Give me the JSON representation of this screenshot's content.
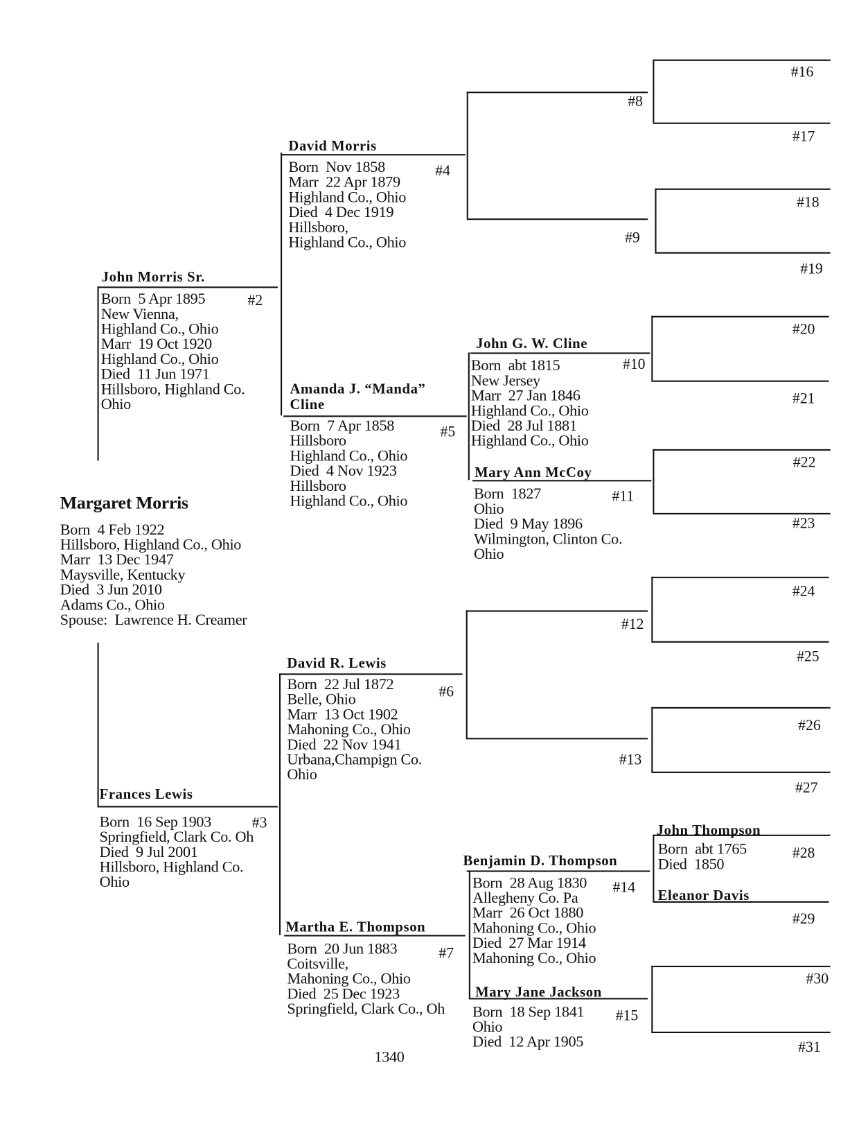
{
  "page_number": "1340",
  "persons": [
    {
      "id": "margaret-morris",
      "name": "Margaret Morris",
      "number": "",
      "details": [
        "Born  4 Feb 1922",
        "Hillsboro, Highland Co., Ohio",
        "Marr  13 Dec 1947",
        "Maysville, Kentucky",
        "Died  3 Jun 2010",
        "Adams Co., Ohio",
        "Spouse:  Lawrence H. Creamer"
      ]
    },
    {
      "id": "john-morris-sr",
      "name": "John Morris Sr.",
      "number": "#2",
      "details": [
        "Born  5 Apr 1895",
        "New Vienna,",
        "Highland Co., Ohio",
        "Marr  19 Oct 1920",
        "Highland Co., Ohio",
        "Died  11 Jun 1971",
        "Hillsboro, Highland Co.",
        "Ohio"
      ]
    },
    {
      "id": "frances-lewis",
      "name": "Frances Lewis",
      "number": "#3",
      "details": [
        "Born  16 Sep 1903",
        "Springfield, Clark Co. Oh",
        "Died  9 Jul 2001",
        "Hillsboro, Highland Co.",
        "Ohio"
      ]
    },
    {
      "id": "david-morris",
      "name": "David Morris",
      "number": "#4",
      "details": [
        "Born  Nov 1858",
        "Marr  22 Apr 1879",
        "Highland Co., Ohio",
        "Died  4 Dec 1919",
        "Hillsboro,",
        "Highland Co., Ohio"
      ]
    },
    {
      "id": "amanda-cline",
      "name": "Amanda J. “Manda”\nCline",
      "number": "#5",
      "details": [
        "Born  7 Apr 1858",
        "Hillsboro",
        "Highland Co., Ohio",
        "Died  4 Nov 1923",
        "Hillsboro",
        "Highland Co., Ohio"
      ]
    },
    {
      "id": "david-r-lewis",
      "name": "David R. Lewis",
      "number": "#6",
      "details": [
        "Born  22 Jul 1872",
        "Belle, Ohio",
        "Marr  13 Oct 1902",
        "Mahoning Co., Ohio",
        "Died  22 Nov 1941",
        "Urbana,Champign Co.",
        "Ohio"
      ]
    },
    {
      "id": "martha-thompson",
      "name": "Martha E. Thompson",
      "number": "#7",
      "details": [
        "Born  20 Jun 1883",
        "Coitsville,",
        "Mahoning Co., Ohio",
        "Died  25 Dec 1923",
        "Springfield, Clark Co., Oh"
      ]
    },
    {
      "id": "john-g-w-cline",
      "name": "John G. W. Cline",
      "number": "#10",
      "details": [
        "Born  abt 1815",
        "New Jersey",
        "Marr  27 Jan 1846",
        "Highland Co., Ohio",
        "Died  28 Jul 1881",
        "Highland Co., Ohio"
      ]
    },
    {
      "id": "mary-ann-mccoy",
      "name": "Mary Ann McCoy",
      "number": "#11",
      "details": [
        "Born  1827",
        "Ohio",
        "Died  9 May 1896",
        "Wilmington, Clinton Co.",
        "Ohio"
      ]
    },
    {
      "id": "benjamin-thompson",
      "name": "Benjamin D. Thompson",
      "number": "#14",
      "details": [
        "Born  28 Aug 1830",
        "Allegheny Co. Pa",
        "Marr  26 Oct 1880",
        "Mahoning Co., Ohio",
        "Died  27 Mar 1914",
        "Mahoning Co., Ohio"
      ]
    },
    {
      "id": "mary-jane-jackson",
      "name": "Mary Jane Jackson",
      "number": "#15",
      "details": [
        "Born  18 Sep 1841",
        "Ohio",
        "Died  12 Apr 1905"
      ]
    },
    {
      "id": "john-thompson",
      "name": "John Thompson",
      "number": "#28",
      "details": [
        "Born  abt 1765",
        "Died  1850"
      ]
    },
    {
      "id": "eleanor-davis",
      "name": "Eleanor Davis",
      "number": "#29",
      "details": []
    }
  ],
  "empty_slots": [
    "#8",
    "#9",
    "#12",
    "#13",
    "#16",
    "#17",
    "#18",
    "#19",
    "#20",
    "#21",
    "#22",
    "#23",
    "#24",
    "#25",
    "#26",
    "#27",
    "#30",
    "#31"
  ]
}
